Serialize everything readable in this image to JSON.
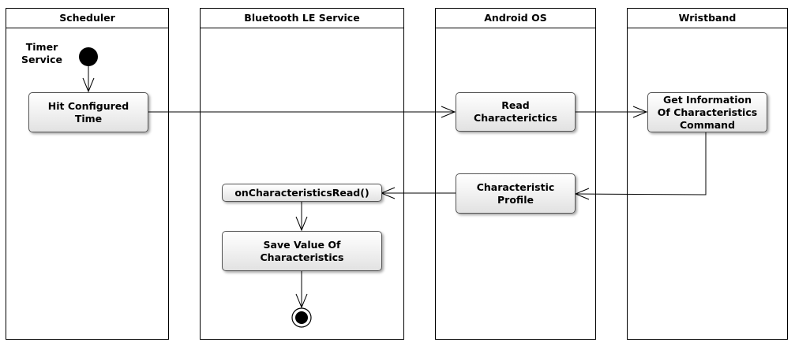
{
  "lanes": {
    "scheduler": "Scheduler",
    "ble_service": "Bluetooth LE Service",
    "android_os": "Android OS",
    "wristband": "Wristband"
  },
  "labels": {
    "timer_service": "Timer\nService"
  },
  "nodes": {
    "hit_configured_time": "Hit Configured\nTime",
    "read_characteristics": "Read\nCharacterictics",
    "get_information": "Get Information\nOf Characteristics\nCommand",
    "characteristic_profile": "Characteristic\nProfile",
    "on_characteristics_read": "onCharacteristicsRead()",
    "save_value": "Save Value Of\nCharacteristics"
  }
}
